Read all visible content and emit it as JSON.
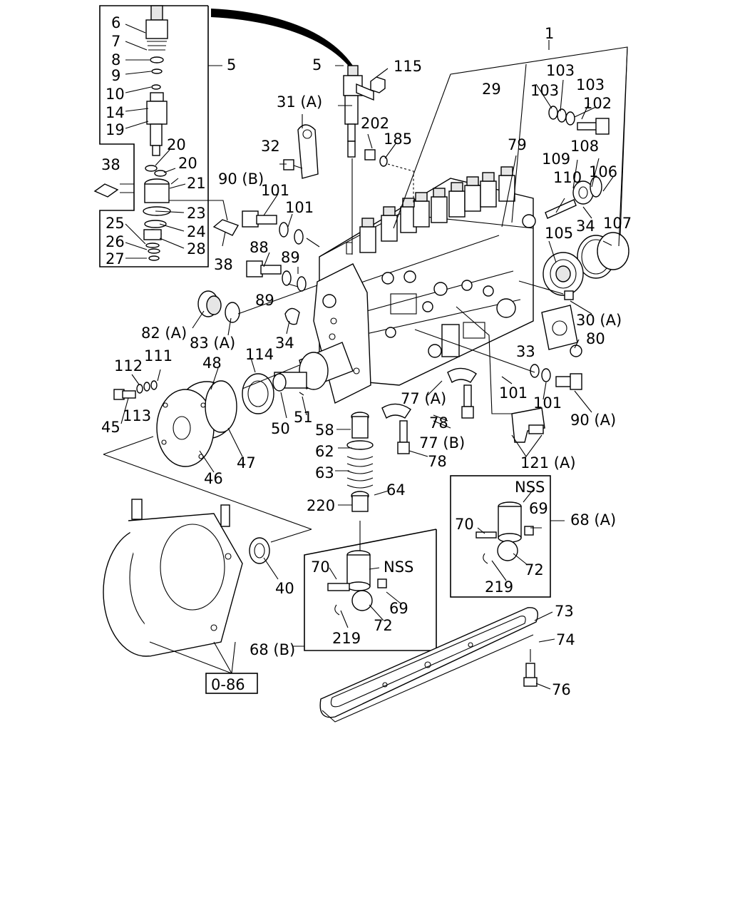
{
  "callouts": [
    {
      "id": "c6",
      "text": "6"
    },
    {
      "id": "c7",
      "text": "7"
    },
    {
      "id": "c8",
      "text": "8"
    },
    {
      "id": "c9",
      "text": "9"
    },
    {
      "id": "c10",
      "text": "10"
    },
    {
      "id": "c14",
      "text": "14"
    },
    {
      "id": "c19",
      "text": "19"
    },
    {
      "id": "c20a",
      "text": "20"
    },
    {
      "id": "c20b",
      "text": "20"
    },
    {
      "id": "c21",
      "text": "21"
    },
    {
      "id": "c23",
      "text": "23"
    },
    {
      "id": "c24",
      "text": "24"
    },
    {
      "id": "c28",
      "text": "28"
    },
    {
      "id": "c25",
      "text": "25"
    },
    {
      "id": "c26",
      "text": "26"
    },
    {
      "id": "c27",
      "text": "27"
    },
    {
      "id": "c38a",
      "text": "38"
    },
    {
      "id": "c38b",
      "text": "38"
    },
    {
      "id": "c5a",
      "text": "5"
    },
    {
      "id": "c5b",
      "text": "5"
    },
    {
      "id": "c115",
      "text": "115"
    },
    {
      "id": "c1",
      "text": "1"
    },
    {
      "id": "c29",
      "text": "29"
    },
    {
      "id": "c103a",
      "text": "103"
    },
    {
      "id": "c103b",
      "text": "103"
    },
    {
      "id": "c103c",
      "text": "103"
    },
    {
      "id": "c102",
      "text": "102"
    },
    {
      "id": "c31a",
      "text": "31 (A)"
    },
    {
      "id": "c202",
      "text": "202"
    },
    {
      "id": "c185",
      "text": "185"
    },
    {
      "id": "c79",
      "text": "79"
    },
    {
      "id": "c32",
      "text": "32"
    },
    {
      "id": "c109",
      "text": "109"
    },
    {
      "id": "c108",
      "text": "108"
    },
    {
      "id": "c106",
      "text": "106"
    },
    {
      "id": "c110",
      "text": "110"
    },
    {
      "id": "c90b",
      "text": "90 (B)"
    },
    {
      "id": "c101a",
      "text": "101"
    },
    {
      "id": "c101b",
      "text": "101"
    },
    {
      "id": "c34a",
      "text": "34"
    },
    {
      "id": "c107",
      "text": "107"
    },
    {
      "id": "c105",
      "text": "105"
    },
    {
      "id": "c88",
      "text": "88"
    },
    {
      "id": "c89a",
      "text": "89"
    },
    {
      "id": "c89b",
      "text": "89"
    },
    {
      "id": "c30a",
      "text": "30 (A)"
    },
    {
      "id": "c80",
      "text": "80"
    },
    {
      "id": "c82a",
      "text": "82 (A)"
    },
    {
      "id": "c83a",
      "text": "83 (A)"
    },
    {
      "id": "c34b",
      "text": "34"
    },
    {
      "id": "c33",
      "text": "33"
    },
    {
      "id": "c112",
      "text": "112"
    },
    {
      "id": "c111",
      "text": "111"
    },
    {
      "id": "c48",
      "text": "48"
    },
    {
      "id": "c114",
      "text": "114"
    },
    {
      "id": "c101c",
      "text": "101"
    },
    {
      "id": "c101d",
      "text": "101"
    },
    {
      "id": "c90a",
      "text": "90 (A)"
    },
    {
      "id": "c77a",
      "text": "77 (A)"
    },
    {
      "id": "c78a",
      "text": "78"
    },
    {
      "id": "c77b",
      "text": "77 (B)"
    },
    {
      "id": "c45",
      "text": "45"
    },
    {
      "id": "c113",
      "text": "113"
    },
    {
      "id": "c51",
      "text": "51"
    },
    {
      "id": "c50",
      "text": "50"
    },
    {
      "id": "c58",
      "text": "58"
    },
    {
      "id": "c47",
      "text": "47"
    },
    {
      "id": "c62",
      "text": "62"
    },
    {
      "id": "c78b",
      "text": "78"
    },
    {
      "id": "c121a",
      "text": "121 (A)"
    },
    {
      "id": "c46",
      "text": "46"
    },
    {
      "id": "c63",
      "text": "63"
    },
    {
      "id": "cNSS1",
      "text": "NSS"
    },
    {
      "id": "c64",
      "text": "64"
    },
    {
      "id": "c69a",
      "text": "69"
    },
    {
      "id": "c68a",
      "text": "68 (A)"
    },
    {
      "id": "c220",
      "text": "220"
    },
    {
      "id": "c70a",
      "text": "70"
    },
    {
      "id": "c72a",
      "text": "72"
    },
    {
      "id": "c219a",
      "text": "219"
    },
    {
      "id": "c70b",
      "text": "70"
    },
    {
      "id": "cNSS2",
      "text": "NSS"
    },
    {
      "id": "c40",
      "text": "40"
    },
    {
      "id": "c69b",
      "text": "69"
    },
    {
      "id": "c72b",
      "text": "72"
    },
    {
      "id": "c73",
      "text": "73"
    },
    {
      "id": "c219b",
      "text": "219"
    },
    {
      "id": "c74",
      "text": "74"
    },
    {
      "id": "c68b",
      "text": "68 (B)"
    },
    {
      "id": "c76",
      "text": "76"
    },
    {
      "id": "c086",
      "text": "0-86"
    }
  ]
}
